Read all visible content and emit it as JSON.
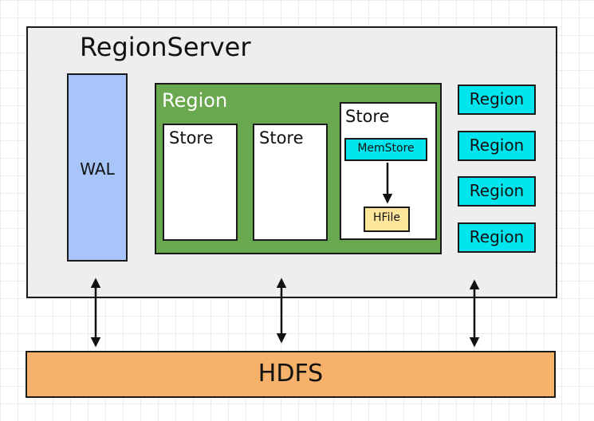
{
  "region_server": {
    "title": "RegionServer"
  },
  "wal": {
    "label": "WAL"
  },
  "region_main": {
    "label": "Region",
    "stores": [
      {
        "label": "Store"
      },
      {
        "label": "Store"
      },
      {
        "label": "Store",
        "memstore": "MemStore",
        "hfile": "HFile"
      }
    ]
  },
  "regions": [
    {
      "label": "Region"
    },
    {
      "label": "Region"
    },
    {
      "label": "Region"
    },
    {
      "label": "Region"
    }
  ],
  "hdfs": {
    "label": "HDFS"
  },
  "colors": {
    "server_bg": "#eeeeee",
    "wal": "#a7c5f9",
    "region_main": "#6aa84f",
    "memstore": "#00e5ee",
    "hfile": "#ffe599",
    "region_small": "#00e5ee",
    "hdfs": "#f6b26b"
  }
}
